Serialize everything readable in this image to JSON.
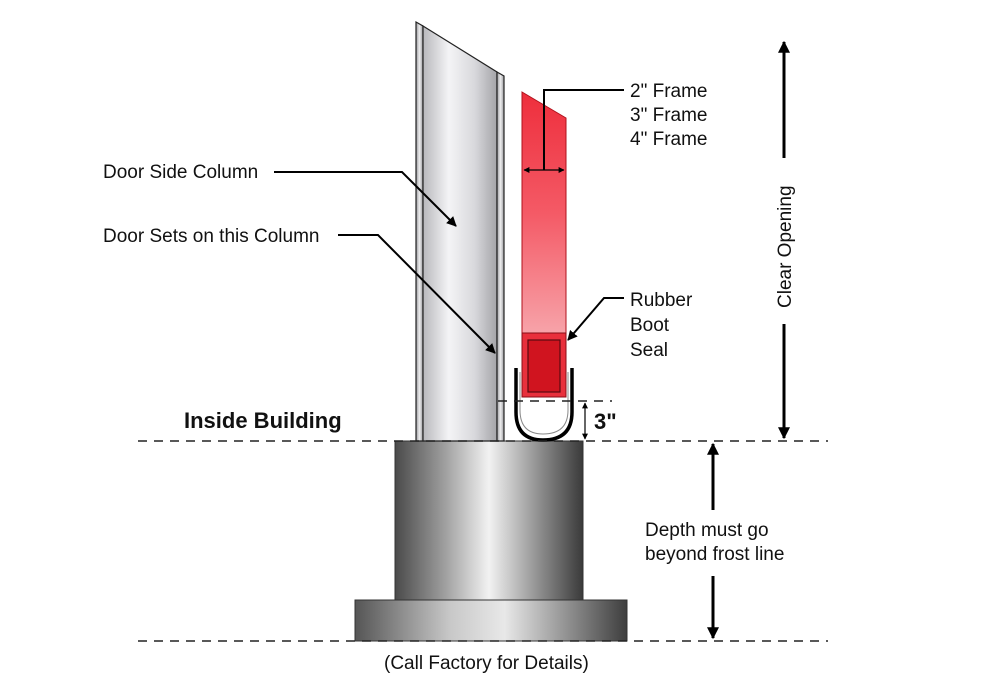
{
  "labels": {
    "door_side_column": "Door Side Column",
    "door_sets_column": "Door Sets on this Column",
    "frame_2": "2\" Frame",
    "frame_3": "3\" Frame",
    "frame_4": "4\" Frame",
    "rubber": "Rubber",
    "boot": "Boot",
    "seal": "Seal",
    "inside_building": "Inside Building",
    "three_inch": "3\"",
    "clear_opening": "Clear Opening",
    "depth_line1": "Depth must go",
    "depth_line2": "beyond frost line",
    "footer": "(Call Factory for Details)"
  },
  "colors": {
    "frame_red": "#f04a55",
    "seal_red": "#d0141f",
    "column_grey": "#c9c9cc",
    "footing_dark": "#555555"
  }
}
